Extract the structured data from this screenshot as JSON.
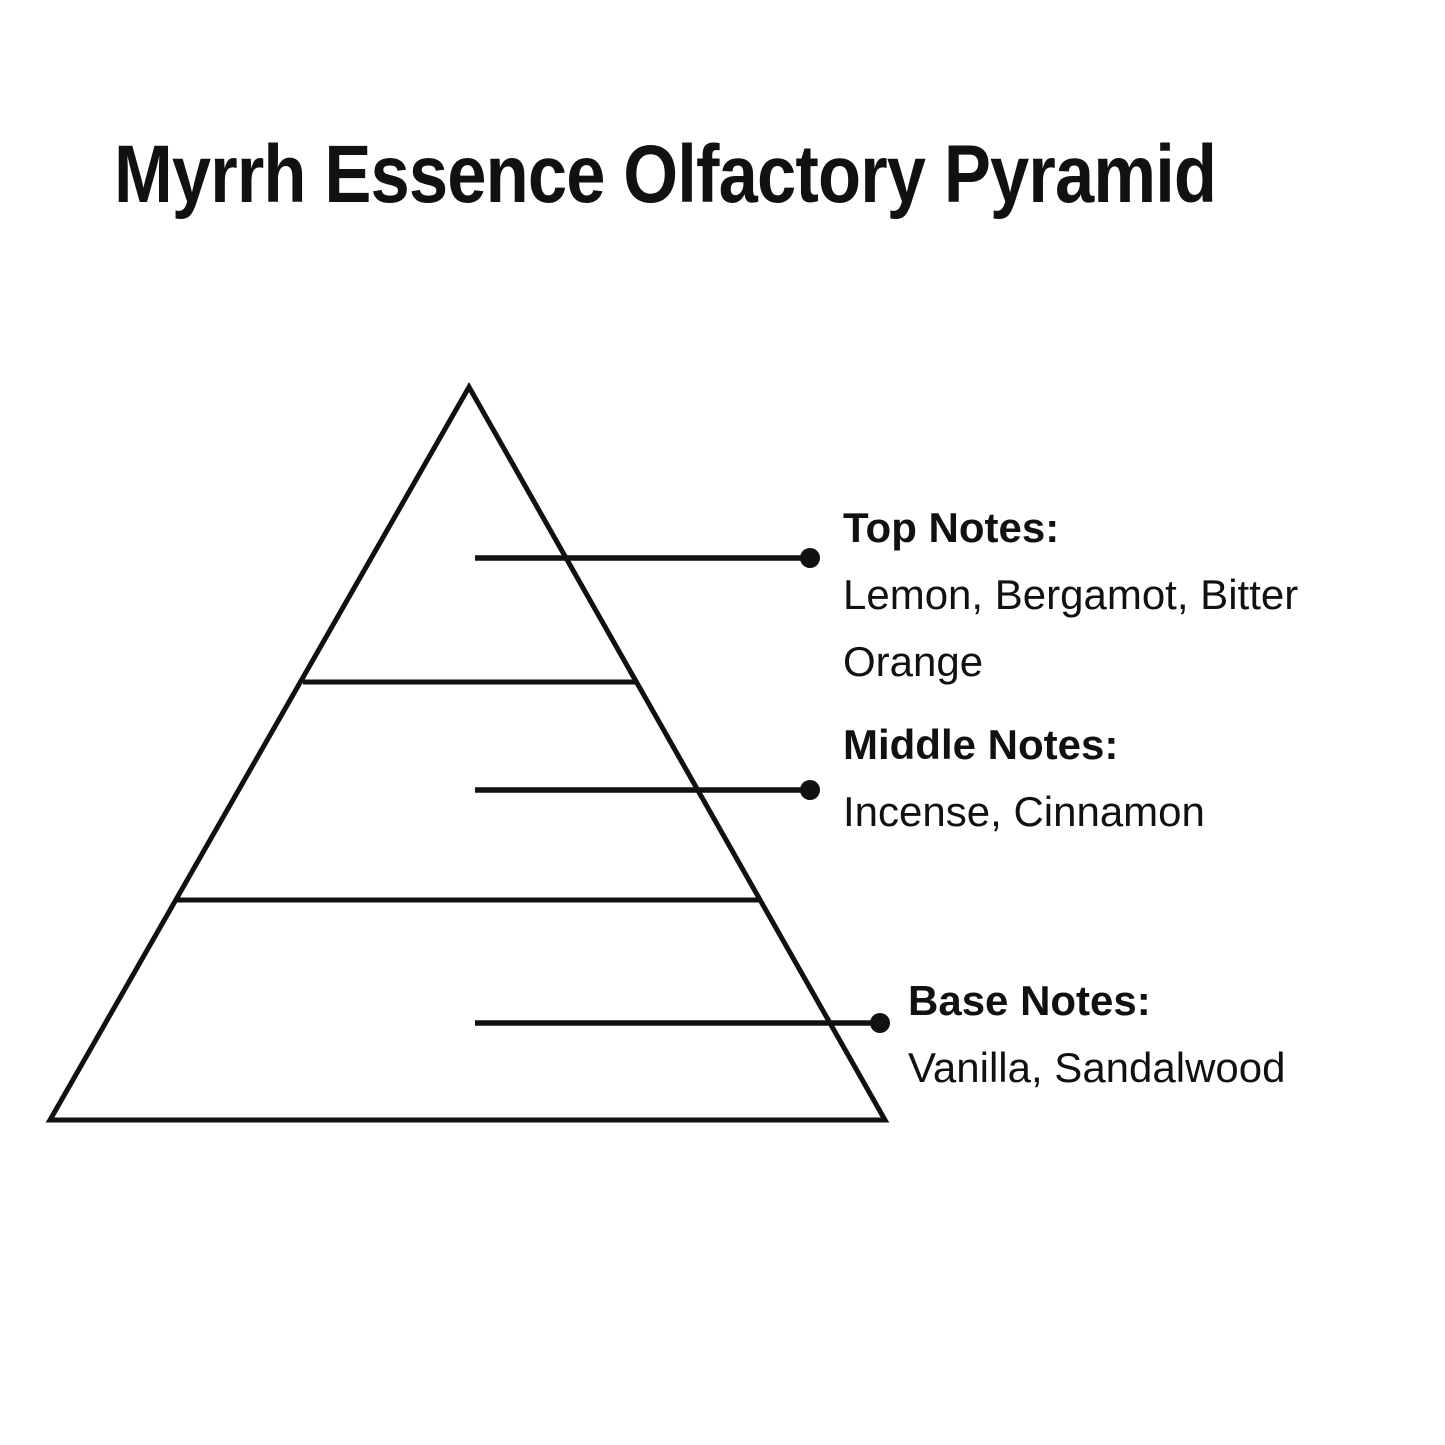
{
  "title": "Myrrh Essence Olfactory Pyramid",
  "colors": {
    "ink": "#111111",
    "background": "#ffffff"
  },
  "pyramid": {
    "levels": [
      {
        "id": "top",
        "label": "Top Notes:",
        "notes": "Lemon, Bergamot, Bitter Orange"
      },
      {
        "id": "middle",
        "label": "Middle Notes:",
        "notes": "Incense, Cinnamon"
      },
      {
        "id": "base",
        "label": "Base Notes:",
        "notes": "Vanilla, Sandalwood"
      }
    ]
  }
}
